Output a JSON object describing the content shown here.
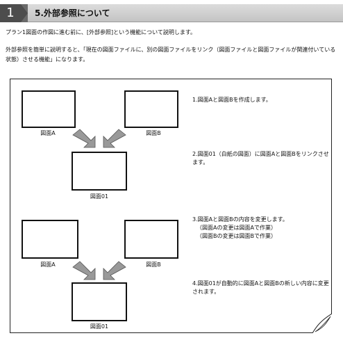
{
  "header": {
    "number": "1",
    "title": "5.外部参照について"
  },
  "paragraphs": [
    "プラン1図面の作図に進む前に、[外部参照]という機能について説明します。",
    "外部参照を簡単に説明すると、「現在の図面ファイルに、別の図面ファイルをリンク（図面ファイルと図面ファイルが関連付いている状態）させる機能」になります。"
  ],
  "diagram": {
    "labels": {
      "a_top": "図面A",
      "b_top": "図面B",
      "o1_top": "図面01",
      "a_bottom": "図面A",
      "b_bottom": "図面B",
      "o1_bottom": "図面01"
    },
    "steps": [
      "1.図面Aと図面Bを作成します。",
      "2.図面01（白紙の図面）に図面Aと図面Bをリンクさせます。",
      "3.図面Aと図面Bの内容を変更します。",
      "（図面Aの変更は図面Aで作業）",
      "（図面Bの変更は図面Bで作業）",
      "4.図面01が自動的に図面Aと図面Bの新しい内容に変更されます。"
    ]
  }
}
